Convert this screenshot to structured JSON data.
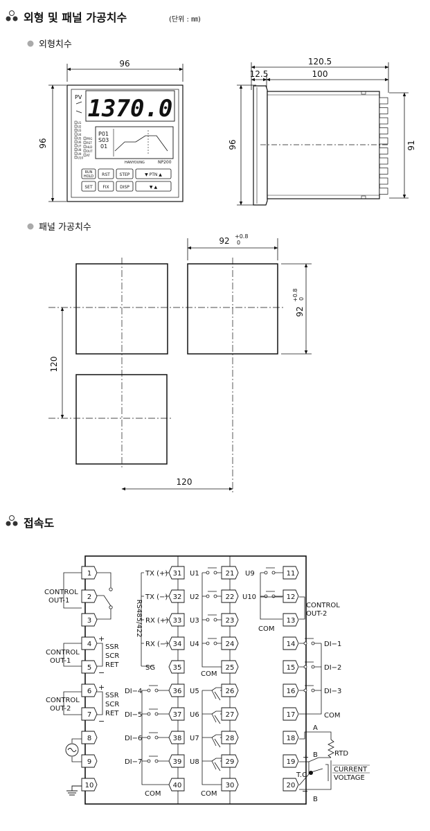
{
  "sections": {
    "outline_title": "외형 및 패널 가공치수",
    "outline_unit": "(단위 : ㎜)",
    "outer_dims": "외형치수",
    "panel_cutout": "패널 가공치수",
    "wiring_title": "접속도"
  },
  "front_view": {
    "width": "96",
    "height": "96",
    "display_value": "1370.0",
    "pv_label": "PV",
    "screen_prog": "P01",
    "screen_seg": "S03",
    "screen_num": "01",
    "brand": "HANYOUNG",
    "model": "NP200",
    "buttons": [
      "RUN HOLD",
      "RST",
      "STEP",
      "PTN",
      "SET",
      "FIX",
      "DISP"
    ],
    "indicators": [
      "U1",
      "U2",
      "U3",
      "U4",
      "U5",
      "U6",
      "U7",
      "U8",
      "U9",
      "U10"
    ],
    "indicators2": [
      "PRG",
      "RST",
      "HLD",
      "OUT",
      "AT"
    ]
  },
  "side_view": {
    "total": "120.5",
    "bezel": "12.5",
    "body": "100",
    "height": "96",
    "body_height": "91"
  },
  "cutout": {
    "size": "92",
    "tol_up": "+0.8",
    "tol_down": "0",
    "pitch_v": "120",
    "pitch_h": "120"
  },
  "wiring": {
    "col1": [
      "1",
      "2",
      "3",
      "4",
      "5",
      "6",
      "7",
      "8",
      "9",
      "10"
    ],
    "col2": [
      "31",
      "32",
      "33",
      "34",
      "35",
      "36",
      "37",
      "38",
      "39",
      "40"
    ],
    "col3": [
      "21",
      "22",
      "23",
      "24",
      "25",
      "26",
      "27",
      "28",
      "29",
      "30"
    ],
    "col4": [
      "11",
      "12",
      "13",
      "14",
      "15",
      "16",
      "17",
      "18",
      "19",
      "20"
    ],
    "control_out1": "CONTROL\nOUT-1",
    "control_out2": "CONTROL\nOUT-2",
    "ssr": "SSR",
    "scr": "SCR",
    "ret": "RET",
    "rs_label": "RS485/422",
    "rs_pins": [
      "TX (+)",
      "TX (−)",
      "RX (+)",
      "RX (−)",
      "SG"
    ],
    "di_left": [
      "DI−4",
      "DI−5",
      "DI−6",
      "DI−7"
    ],
    "di_right": [
      "DI−1",
      "DI−2",
      "DI−3"
    ],
    "u_relay": [
      "U1",
      "U2",
      "U3",
      "U4"
    ],
    "u_tr": [
      "U5",
      "U6",
      "U7",
      "U8"
    ],
    "u_right": [
      "U9",
      "U10"
    ],
    "com": "COM",
    "rtd": "RTD",
    "tc": "T.C",
    "current": "CURRENT",
    "voltage": "VOLTAGE",
    "a": "A",
    "b": "B"
  }
}
